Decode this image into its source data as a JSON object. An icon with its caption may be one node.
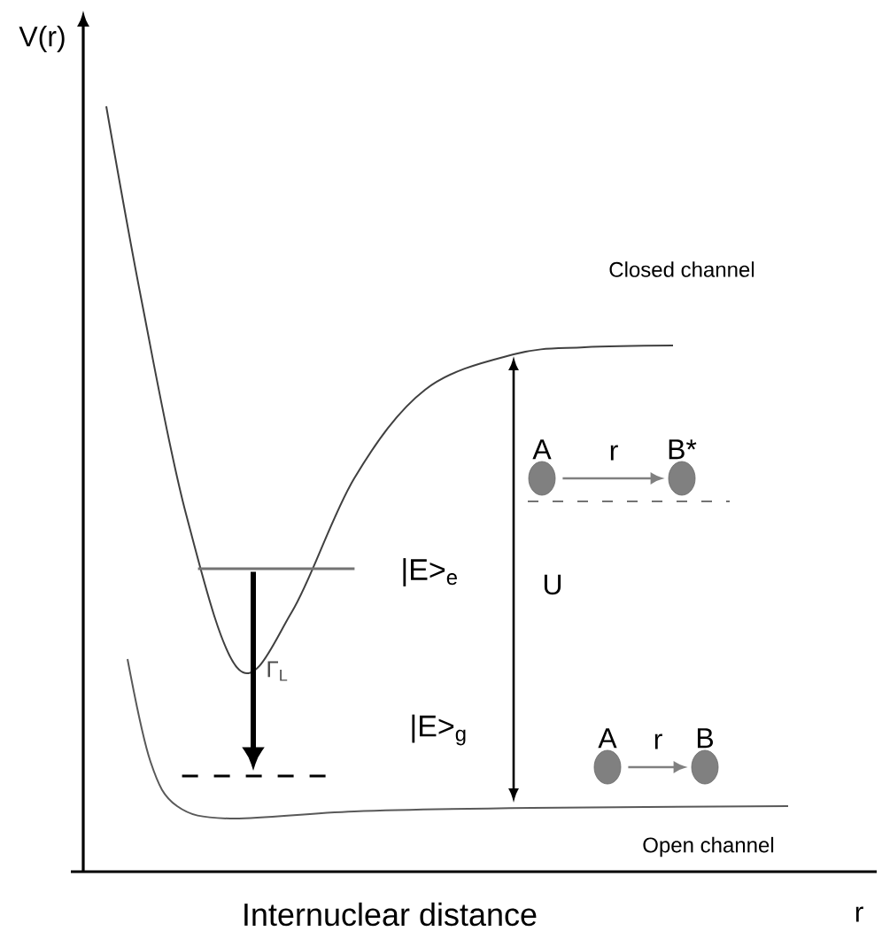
{
  "diagram": {
    "nodes": [
      {
        "text": [
          "A"
        ]
      },
      {
        "text": [
          "B*"
        ]
      },
      {
        "text": [],
        "shape": "bar",
        "beside": [
          "|E>$_{e}$"
        ]
      },
      {
        "text": [],
        "shape": "bar",
        "beside": [
          "|E>$_{g}$"
        ]
      },
      {
        "text": [
          "A"
        ]
      },
      {
        "text": [
          "B"
        ]
      }
    ],
    "edges": [
      {
        "from": 0,
        "to": 1,
        "arrow": "to",
        "label": "r"
      },
      {
        "from": 2,
        "to": 3,
        "arrow": "to",
        "label": "Γ$_{L}$",
        "style": "thick",
        "color": "#000000"
      },
      {
        "from": 4,
        "to": 5,
        "arrow": "to",
        "label": "r"
      }
    ],
    "labels": [
      "V(r)",
      "Closed channel",
      "U",
      "Open channel",
      "Internuclear distance",
      "r"
    ]
  }
}
